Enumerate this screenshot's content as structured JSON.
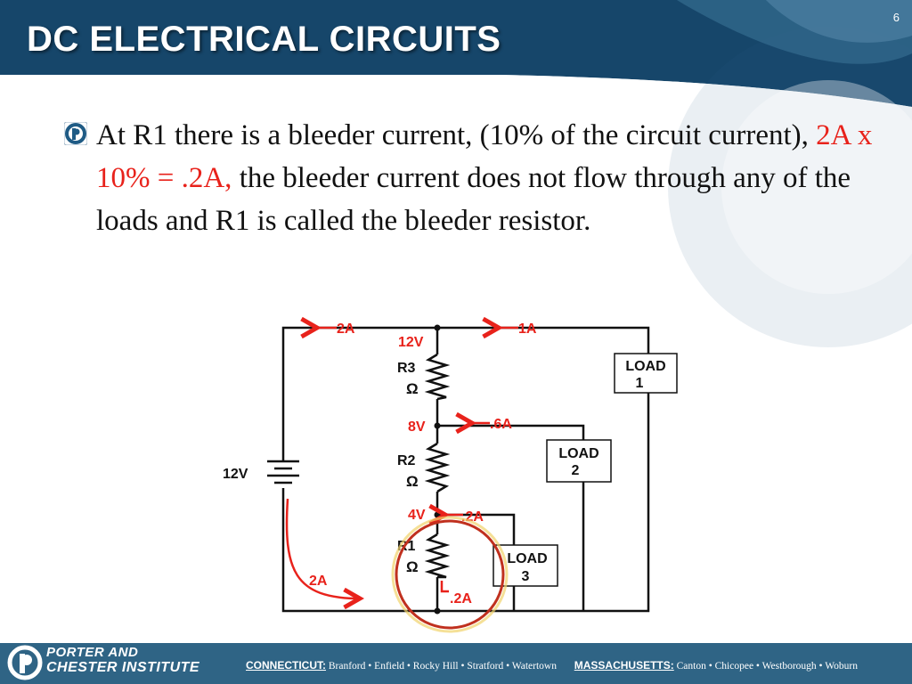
{
  "slide": {
    "title": "DC ELECTRICAL CIRCUITS",
    "page_number": "6"
  },
  "body": {
    "part1": "At R1 there is a bleeder current, (10% of the circuit current), ",
    "highlight": "2A x 10% = .2A,",
    "part2": " the bleeder current does not flow through any of the loads and R1 is called the bleeder resistor."
  },
  "circuit": {
    "source_voltage": "12V",
    "main_current_top": "2A",
    "load1_current": "1A",
    "node_top_voltage": "12V",
    "node_mid_voltage": "8V",
    "node_low_voltage": "4V",
    "load2_current": ".6A",
    "load3_current": ".2A",
    "bleeder_current": ".2A",
    "return_current": "2A",
    "r3_label": "R3",
    "r2_label": "R2",
    "r1_label": "R1",
    "ohm": "Ω",
    "load1_line1": "LOAD",
    "load1_line2": "1",
    "load2_line1": "LOAD",
    "load2_line2": "2",
    "load3_line1": "LOAD",
    "load3_line2": "3"
  },
  "colors": {
    "header_dark": "#16466a",
    "header_mid": "#2f6485",
    "accent_red": "#e8221b",
    "highlight_circle": "#c0301e"
  },
  "footer": {
    "logo_line1": "PORTER AND",
    "logo_line2": "CHESTER INSTITUTE",
    "ct_state": "CONNECTICUT:",
    "ct_towns": "Branford • Enfield • Rocky Hill • Stratford • Watertown",
    "ma_state": "MASSACHUSETTS:",
    "ma_towns": "Canton • Chicopee • Westborough • Woburn"
  }
}
